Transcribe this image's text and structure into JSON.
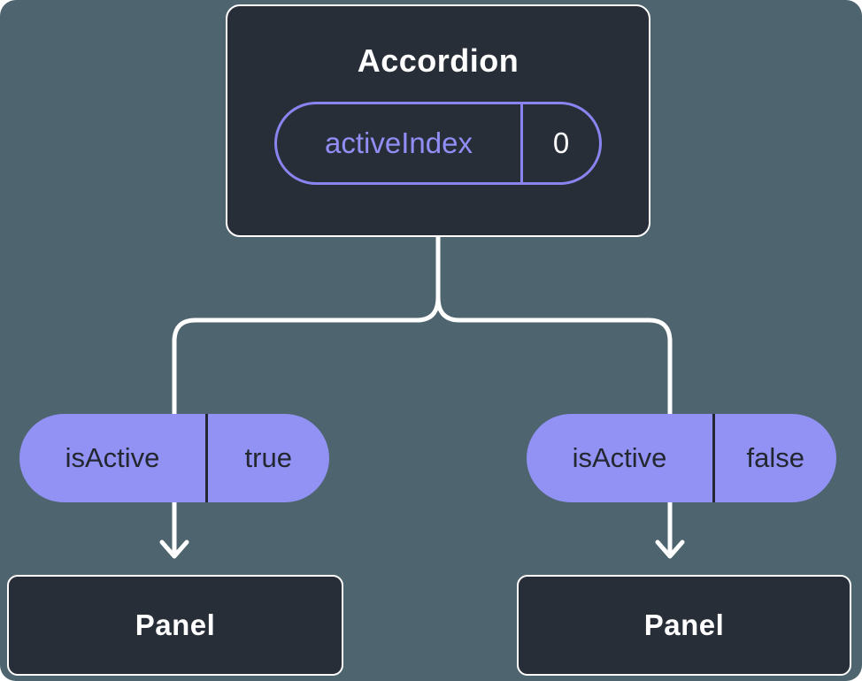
{
  "colors": {
    "background": "#4e646f",
    "node_fill": "#282e38",
    "node_border": "#ffffff",
    "pill_fill": "#9192f3",
    "pill_border": "#8984f0",
    "accent_text": "#918ef6",
    "value_text": "#ffffff",
    "dark_text": "#23272f",
    "line": "#ffffff"
  },
  "root": {
    "title": "Accordion",
    "prop": {
      "name": "activeIndex",
      "value": "0"
    }
  },
  "children": [
    {
      "prop": {
        "name": "isActive",
        "value": "true"
      },
      "label": "Panel"
    },
    {
      "prop": {
        "name": "isActive",
        "value": "false"
      },
      "label": "Panel"
    }
  ]
}
